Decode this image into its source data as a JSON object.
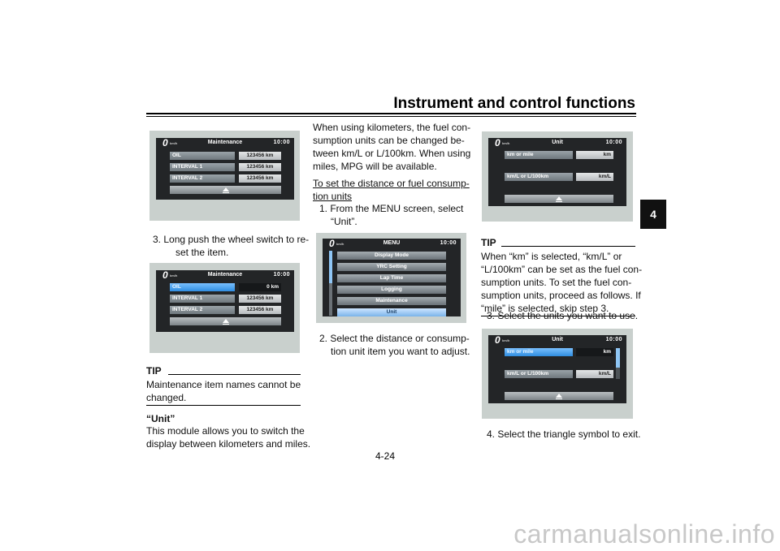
{
  "header": {
    "title": "Instrument and control functions"
  },
  "chapter_tab": "4",
  "page_number": "4-24",
  "watermark": "carmanualsonline.info",
  "screens": {
    "speed_value": "0",
    "speed_unit": "km/h",
    "clock": "10:00",
    "maintenance": {
      "title": "Maintenance",
      "rows": [
        {
          "label": "OIL",
          "value": "123456 km"
        },
        {
          "label": "INTERVAL 1",
          "value": "123456 km"
        },
        {
          "label": "INTERVAL 2",
          "value": "123456 km"
        }
      ]
    },
    "maintenance_reset": {
      "title": "Maintenance",
      "rows": [
        {
          "label": "OIL",
          "value": "0 km"
        },
        {
          "label": "INTERVAL 1",
          "value": "123456 km"
        },
        {
          "label": "INTERVAL 2",
          "value": "123456 km"
        }
      ]
    },
    "menu": {
      "title": "MENU",
      "items": [
        "Display Mode",
        "YRC Setting",
        "Lap Time",
        "Logging",
        "Maintenance",
        "Unit"
      ]
    },
    "unit": {
      "title": "Unit",
      "rows": [
        {
          "label": "km or mile",
          "value": "km"
        },
        {
          "label": "km/L or L/100km",
          "value": "km/L"
        }
      ]
    }
  },
  "col1": {
    "step3": "3. Long push the wheel switch to re-",
    "step3_cont": "set the item.",
    "tip_head": "TIP",
    "tip_text1": "Maintenance item names cannot be",
    "tip_text2": "changed.",
    "section_title": "“Unit”",
    "section_text1": "This module allows you to switch the",
    "section_text2": "display between kilometers and miles."
  },
  "col2": {
    "para1": "When using kilometers, the fuel con-",
    "para2": "sumption units can be changed be-",
    "para3": "tween km/L or L/100km. When using",
    "para4": "miles, MPG will be available.",
    "sub1": "To set the distance or fuel consump-",
    "sub2": "tion units",
    "step1": "1. From the MENU screen, select",
    "step1_cont": "“Unit”.",
    "step2": "2. Select the distance or consump-",
    "step2_cont": "tion unit item you want to adjust."
  },
  "col3": {
    "tip_head": "TIP",
    "tip1": "When “km” is selected, “km/L” or",
    "tip2": "“L/100km” can be set as the fuel con-",
    "tip3": "sumption units. To set the fuel con-",
    "tip4": "sumption units, proceed as follows. If",
    "tip5": "“mile” is selected, skip step 3.",
    "step3": "3. Select the units you want to use.",
    "step4": "4. Select the triangle symbol to exit."
  }
}
